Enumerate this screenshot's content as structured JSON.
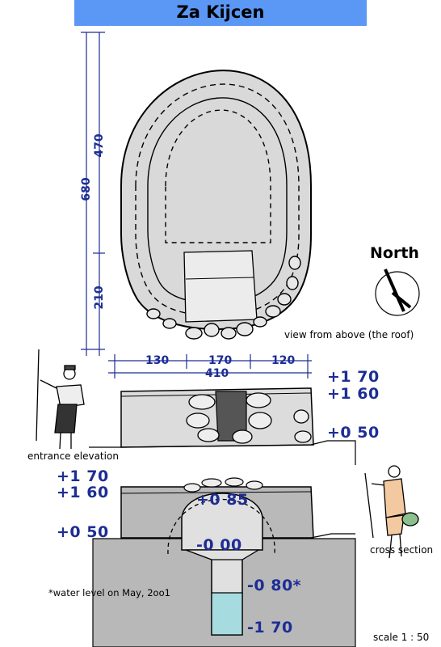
{
  "title": "Za Kijcen",
  "plan": {
    "dim_total": "680",
    "dim_upper": "470",
    "dim_lower": "210",
    "caption": "view from above (the roof)"
  },
  "north": {
    "label": "North"
  },
  "elevation": {
    "dim_left": "130",
    "dim_mid": "170",
    "dim_right": "120",
    "dim_total": "410",
    "level_170": "+1 70",
    "level_160": "+1 60",
    "level_050": "+0 50",
    "caption": "entrance elevation"
  },
  "section": {
    "level_170": "+1 70",
    "level_160": "+1 60",
    "level_050": "+0 50",
    "level_085": "+0 85",
    "level_000": "-0 00",
    "level_080": "-0 80*",
    "level_170m": "-1 70",
    "caption": "cross section",
    "water_note": "*water level on May, 2oo1"
  },
  "scale": "scale 1 : 50",
  "colors": {
    "title_bar": "#5b97f4",
    "dim_text": "#1d2d95",
    "stone": "#d9d9d9",
    "ground": "#b8b8b8",
    "water": "#a6dbe0"
  }
}
